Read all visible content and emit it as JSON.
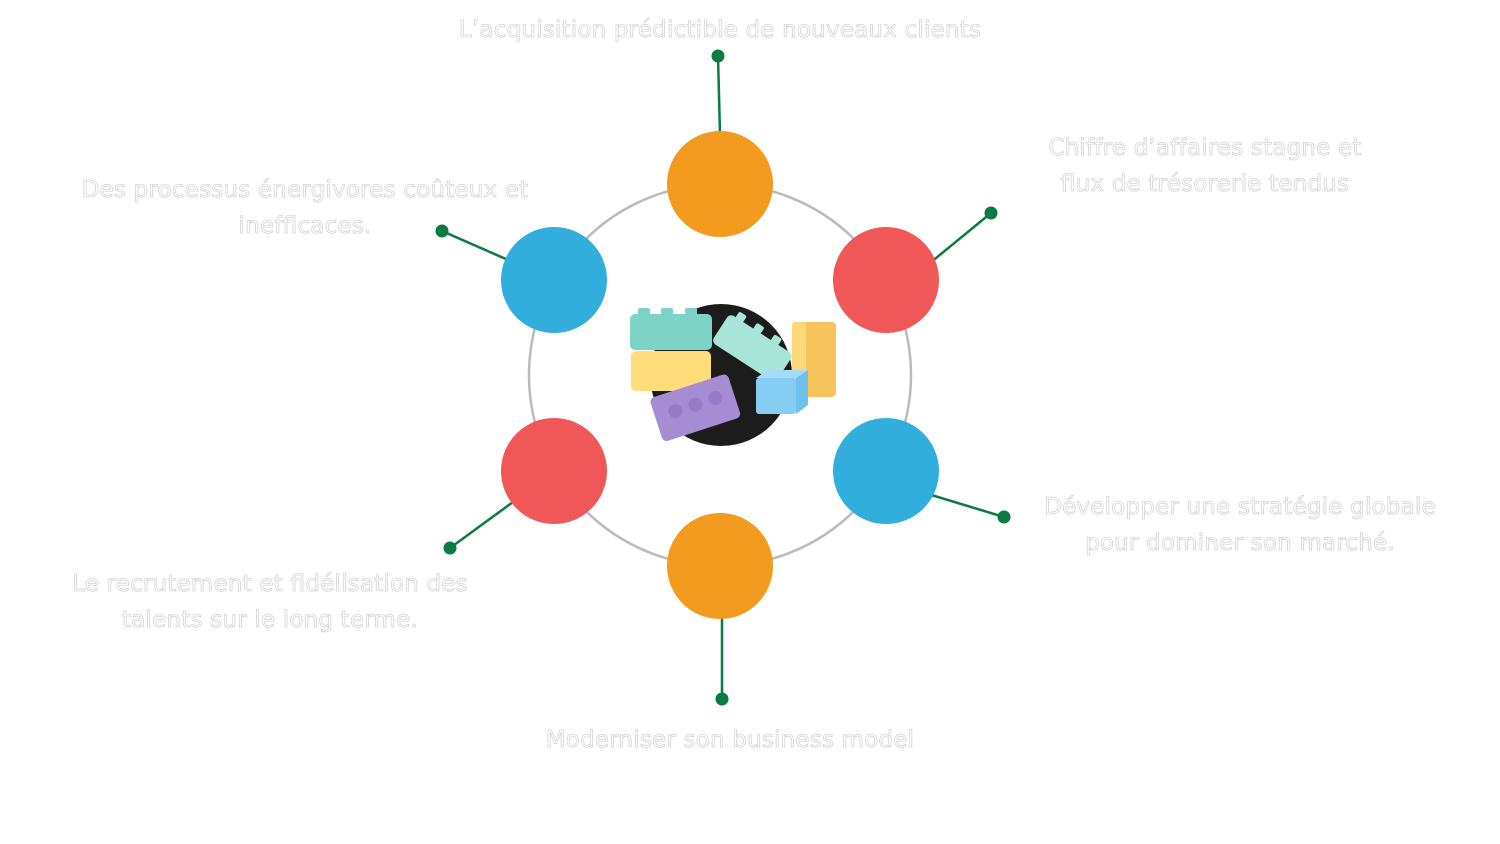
{
  "diagram": {
    "title": "",
    "colors": {
      "orange": "#F29B1E",
      "red": "#F05758",
      "blue": "#31AEDC",
      "connector": "#0B7A43",
      "ring": "#B9BBBE",
      "hub": "#1C1C1C",
      "label_text": "#FFFFFF",
      "label_outline": "#C9C9C9"
    },
    "center": {
      "icon": "building-blocks-icon",
      "description": "Toy building bricks on a black circle"
    },
    "nodes": [
      {
        "id": "top",
        "color": "orange",
        "label": "L’acquisition prédictible de nouveaux clients"
      },
      {
        "id": "upper-right",
        "color": "red",
        "label": "Chiffre d’affaires stagne et\nflux de trésorerie tendus"
      },
      {
        "id": "lower-right",
        "color": "blue",
        "label": "Développer une stratégie globale\npour dominer son marché."
      },
      {
        "id": "bottom",
        "color": "orange",
        "label": "Moderniser son business model"
      },
      {
        "id": "lower-left",
        "color": "red",
        "label": "Le recrutement et fidélisation des\ntalents sur le long terme."
      },
      {
        "id": "upper-left",
        "color": "blue",
        "label": "Des processus énergivores coûteux et\ninefficaces."
      }
    ]
  }
}
